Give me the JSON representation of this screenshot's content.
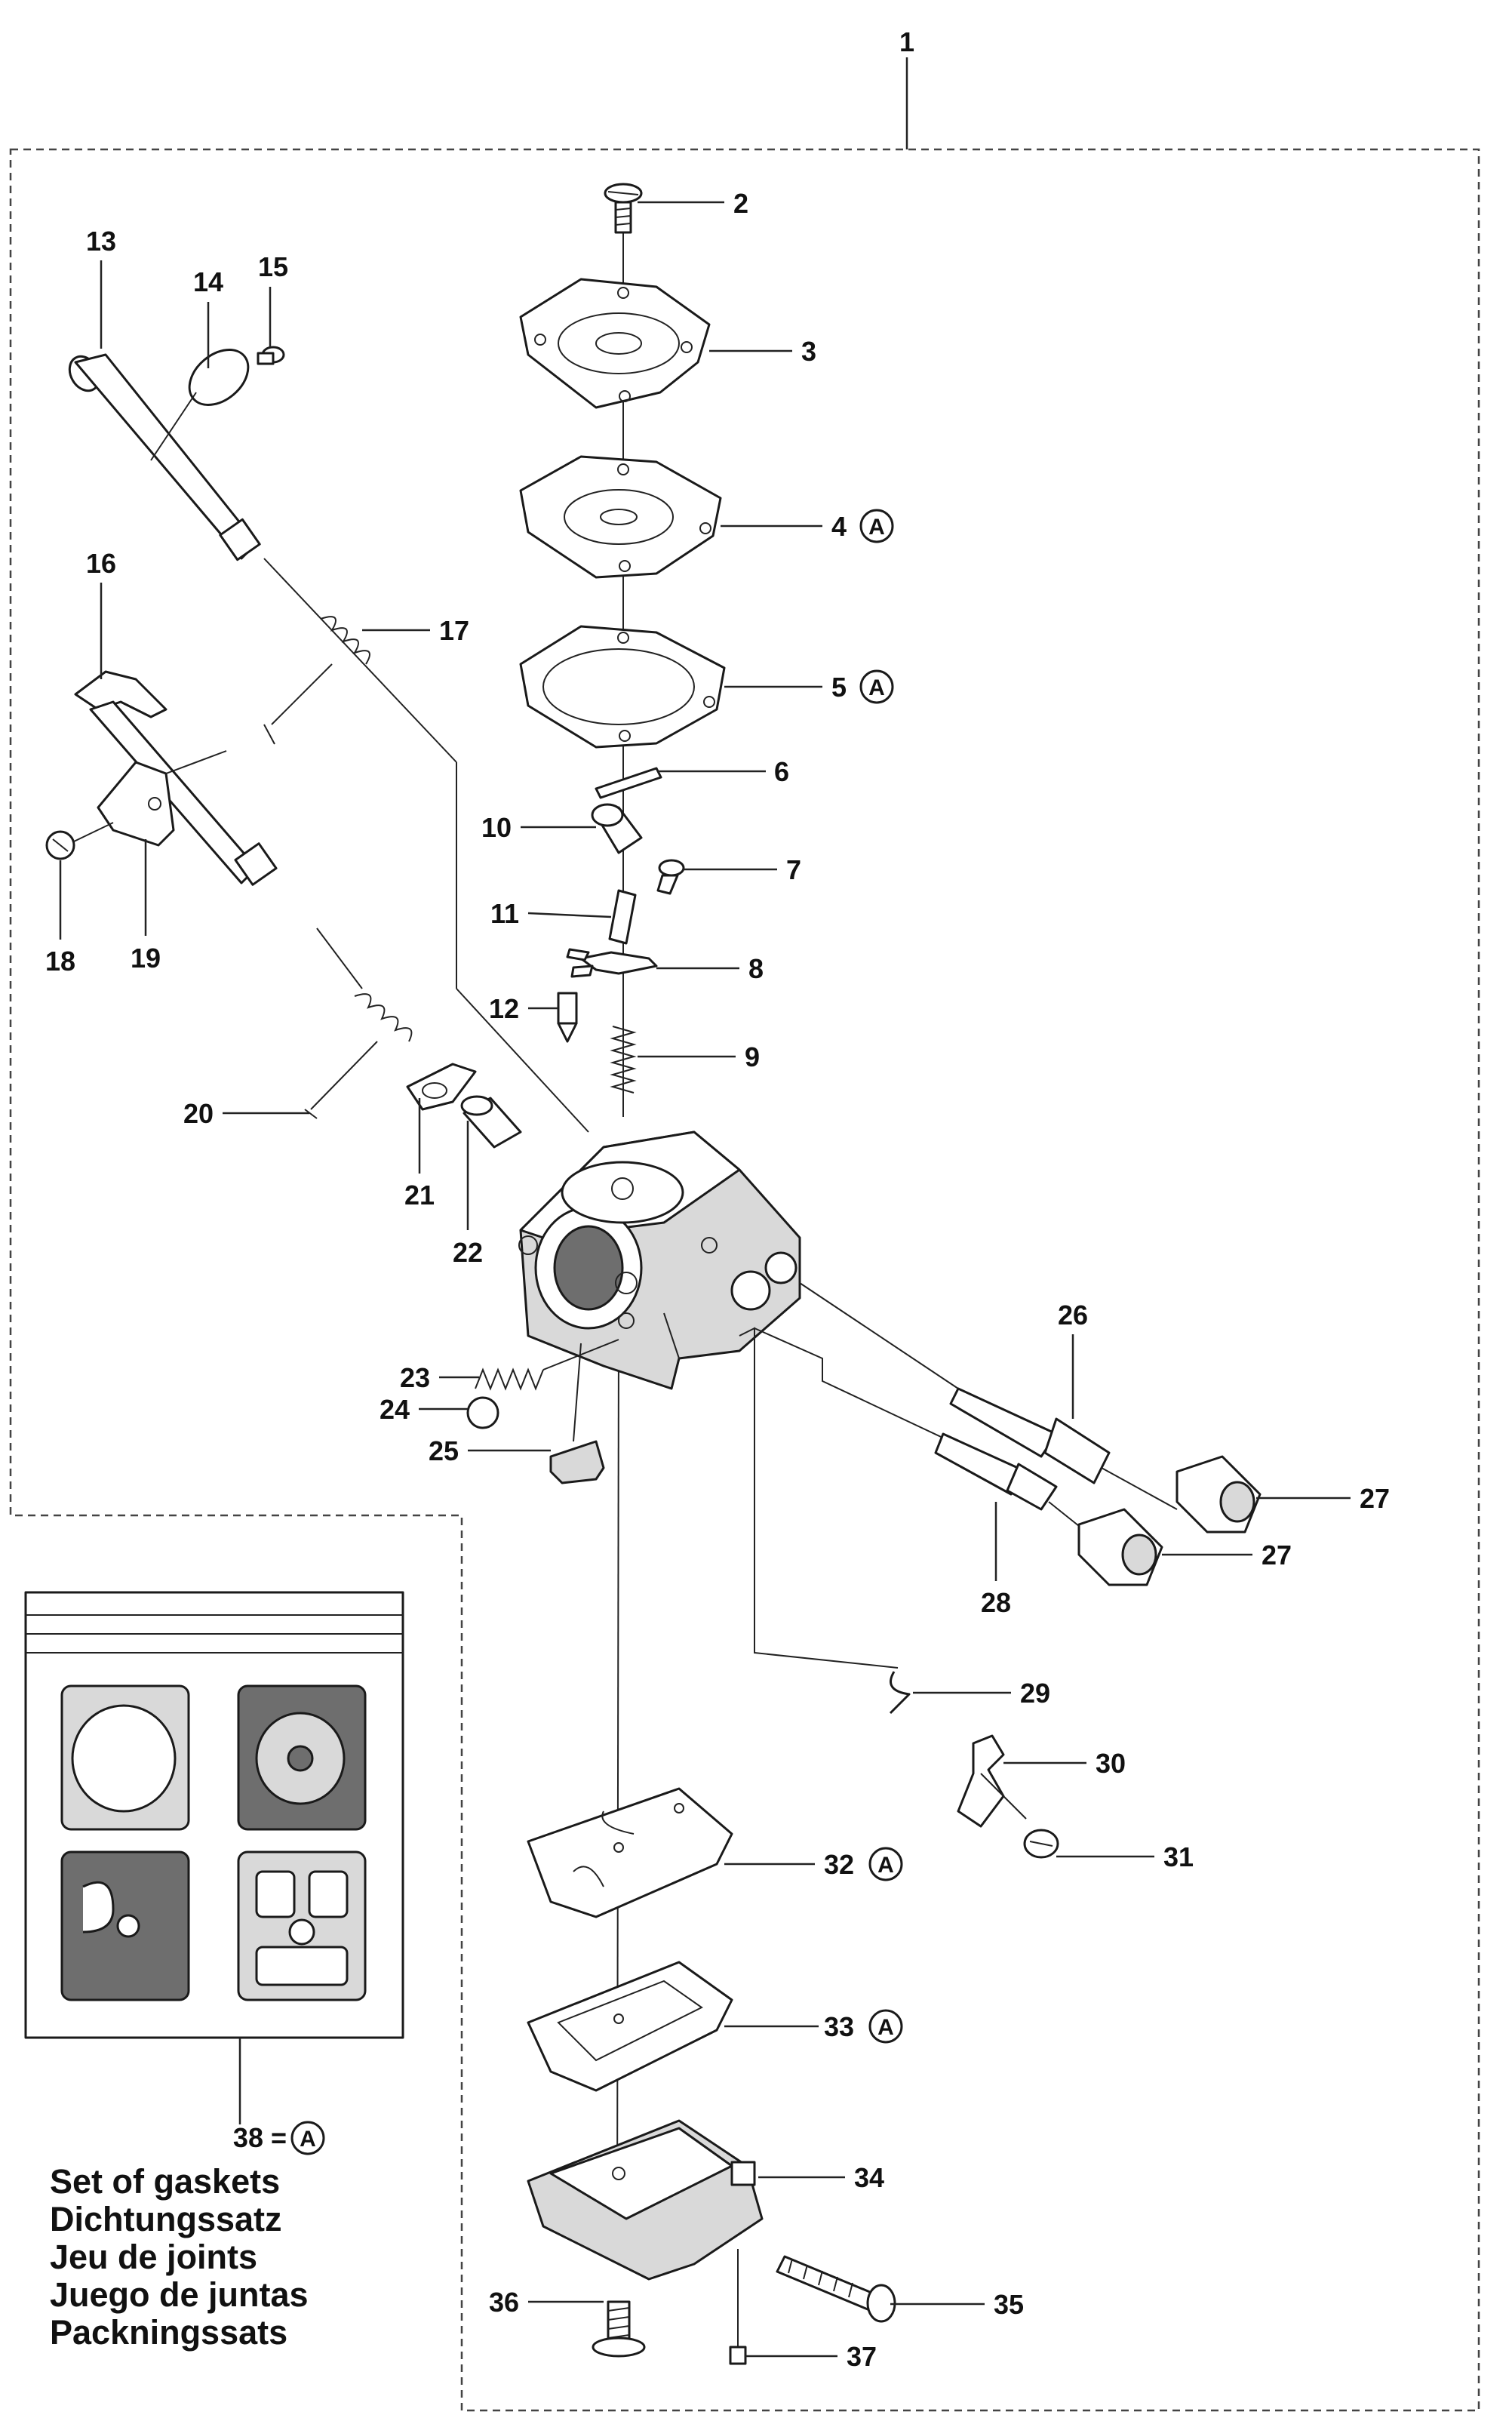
{
  "assembly_label": "1",
  "kit_label": "38 =",
  "kit_marker": "A",
  "marker_letter": "A",
  "legend": [
    "Set of gaskets",
    "Dichtungssatz",
    "Jeu de joints",
    "Juego de juntas",
    "Packningssats"
  ],
  "callouts": [
    {
      "id": "c2",
      "label": "2"
    },
    {
      "id": "c3",
      "label": "3"
    },
    {
      "id": "c4",
      "label": "4"
    },
    {
      "id": "c5",
      "label": "5"
    },
    {
      "id": "c6",
      "label": "6"
    },
    {
      "id": "c7",
      "label": "7"
    },
    {
      "id": "c8",
      "label": "8"
    },
    {
      "id": "c9",
      "label": "9"
    },
    {
      "id": "c10",
      "label": "10"
    },
    {
      "id": "c11",
      "label": "11"
    },
    {
      "id": "c12",
      "label": "12"
    },
    {
      "id": "c13",
      "label": "13"
    },
    {
      "id": "c14",
      "label": "14"
    },
    {
      "id": "c15",
      "label": "15"
    },
    {
      "id": "c16",
      "label": "16"
    },
    {
      "id": "c17",
      "label": "17"
    },
    {
      "id": "c18",
      "label": "18"
    },
    {
      "id": "c19",
      "label": "19"
    },
    {
      "id": "c20",
      "label": "20"
    },
    {
      "id": "c21",
      "label": "21"
    },
    {
      "id": "c22",
      "label": "22"
    },
    {
      "id": "c23",
      "label": "23"
    },
    {
      "id": "c24",
      "label": "24"
    },
    {
      "id": "c25",
      "label": "25"
    },
    {
      "id": "c26",
      "label": "26"
    },
    {
      "id": "c27a",
      "label": "27"
    },
    {
      "id": "c27b",
      "label": "27"
    },
    {
      "id": "c28",
      "label": "28"
    },
    {
      "id": "c29",
      "label": "29"
    },
    {
      "id": "c30",
      "label": "30"
    },
    {
      "id": "c31",
      "label": "31"
    },
    {
      "id": "c32",
      "label": "32"
    },
    {
      "id": "c33",
      "label": "33"
    },
    {
      "id": "c34",
      "label": "34"
    },
    {
      "id": "c35",
      "label": "35"
    },
    {
      "id": "c36",
      "label": "36"
    },
    {
      "id": "c37",
      "label": "37"
    }
  ]
}
